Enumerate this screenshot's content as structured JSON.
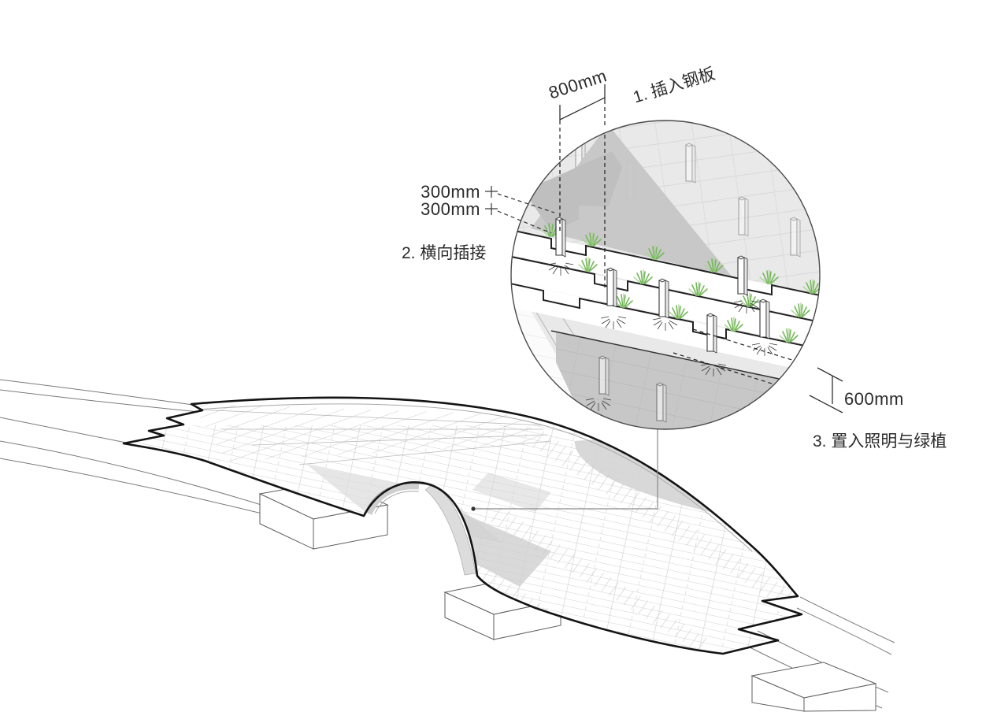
{
  "diagram": {
    "type": "architectural axonometric bridge diagram with construction detail bubble",
    "detail_callout": {
      "dim_top": "800mm",
      "step1_label": "1. 插入钢板",
      "dim_layer_upper": "300mm",
      "dim_layer_lower": "300mm",
      "step2_label": "2. 横向插接",
      "dim_bottom": "600mm",
      "step3_label": "3. 置入照明与绿植"
    },
    "icons": [
      "grass-tuft-icon",
      "light-rays-icon",
      "steel-plate-peg-icon",
      "leader-dot-icon"
    ],
    "colors": {
      "line": "#1a1a1a",
      "annotation": "#2b2b2b",
      "gray_light": "#e9e9e9",
      "gray_mid": "#c7c7c7",
      "gray_dark": "#bfbfbf",
      "patch_gray": "#d4d4d4",
      "grass_green": "#76b85c",
      "grass_green_light": "#a7d38f",
      "leader": "#8a8a8a",
      "background": "#ffffff"
    }
  }
}
